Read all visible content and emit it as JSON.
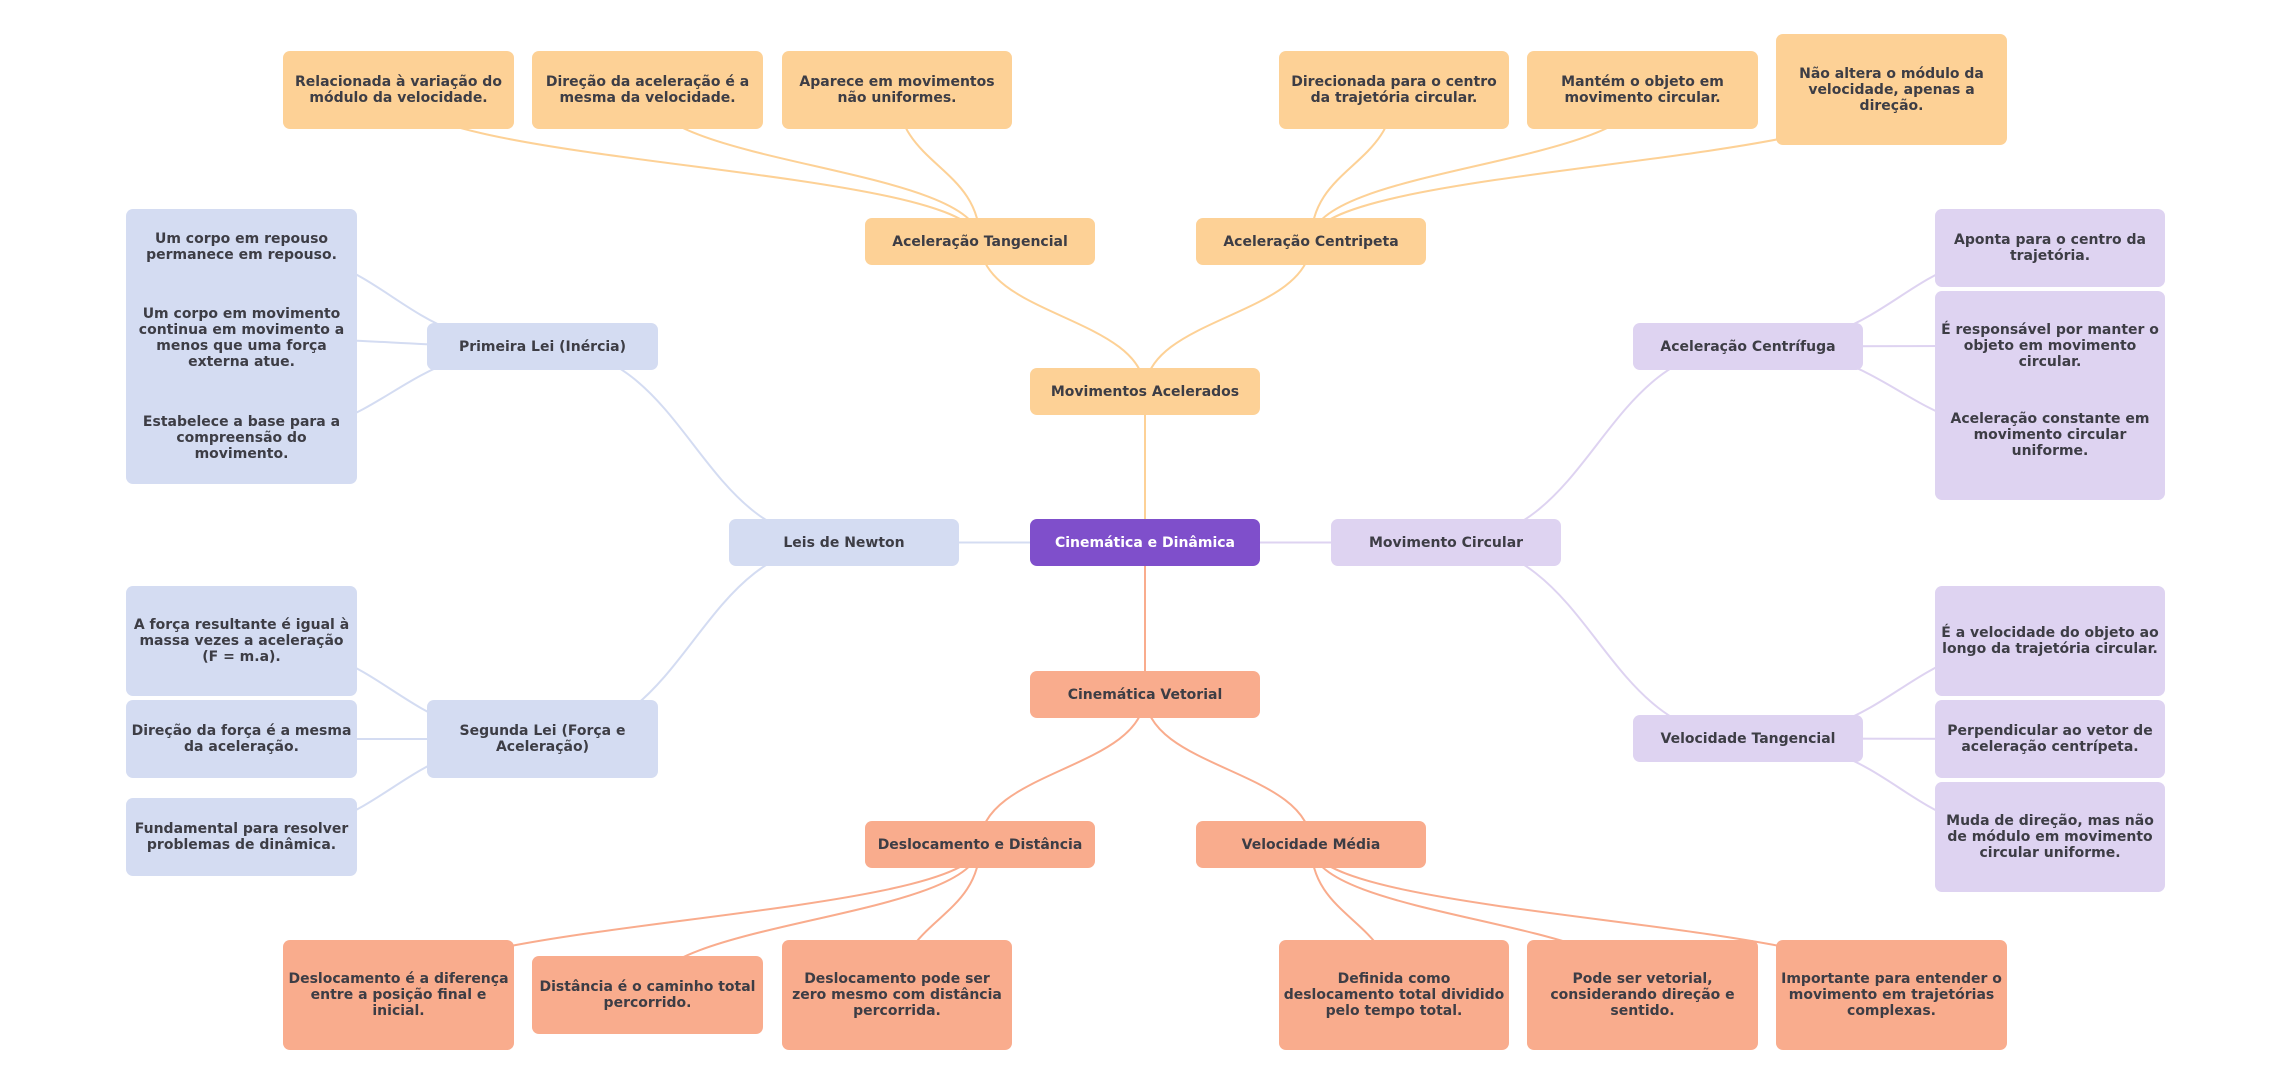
{
  "root": {
    "label": "Cinemática e Dinâmica",
    "color": "#7f4fcb"
  },
  "branches": {
    "movimentos_acelerados": {
      "label": "Movimentos Acelerados",
      "color": "#fdd196",
      "children": {
        "tangencial": {
          "label": "Aceleração Tangencial",
          "leaves": [
            "Relacionada à variação do módulo da velocidade.",
            "Direção da aceleração é a mesma da velocidade.",
            "Aparece em movimentos não uniformes."
          ]
        },
        "centripeta": {
          "label": "Aceleração Centripeta",
          "leaves": [
            "Direcionada para o centro da trajetória circular.",
            "Mantém o objeto em movimento circular.",
            "Não altera o módulo da velocidade, apenas a direção."
          ]
        }
      }
    },
    "leis_newton": {
      "label": "Leis de Newton",
      "color": "#d4dcf2",
      "children": {
        "primeira": {
          "label": "Primeira Lei (Inércia)",
          "leaves": [
            "Um corpo em repouso permanece em repouso.",
            "Um corpo em movimento continua em movimento a menos que uma força externa atue.",
            "Estabelece a base para a compreensão do movimento."
          ]
        },
        "segunda": {
          "label": "Segunda Lei (Força e Aceleração)",
          "leaves": [
            "A força resultante é igual à massa vezes a aceleração (F = m.a).",
            "Direção da força é a mesma da aceleração.",
            "Fundamental para resolver problemas de dinâmica."
          ]
        }
      }
    },
    "movimento_circular": {
      "label": "Movimento Circular",
      "color": "#ded3f1",
      "children": {
        "centrifuga": {
          "label": "Aceleração Centrífuga",
          "leaves": [
            "Aponta para o centro da trajetória.",
            "É responsável por manter o objeto em movimento circular.",
            "Aceleração constante em movimento circular uniforme."
          ]
        },
        "vel_tangencial": {
          "label": "Velocidade Tangencial",
          "leaves": [
            "É a velocidade do objeto ao longo da trajetória circular.",
            "Perpendicular ao vetor de aceleração centrípeta.",
            "Muda de direção, mas não de módulo em movimento circular uniforme."
          ]
        }
      }
    },
    "cinematica_vetorial": {
      "label": "Cinemática Vetorial",
      "color": "#f9ac8d",
      "children": {
        "deslocamento": {
          "label": "Deslocamento e Distância",
          "leaves": [
            "Deslocamento é a diferença entre a posição final e inicial.",
            "Distância é o caminho total percorrido.",
            "Deslocamento pode ser zero mesmo com distância percorrida."
          ]
        },
        "velocidade_media": {
          "label": "Velocidade Média",
          "leaves": [
            "Definida como deslocamento total dividido pelo tempo total.",
            "Pode ser vetorial, considerando direção e sentido.",
            "Importante para entender o movimento em trajetórias complexas."
          ]
        }
      }
    }
  }
}
